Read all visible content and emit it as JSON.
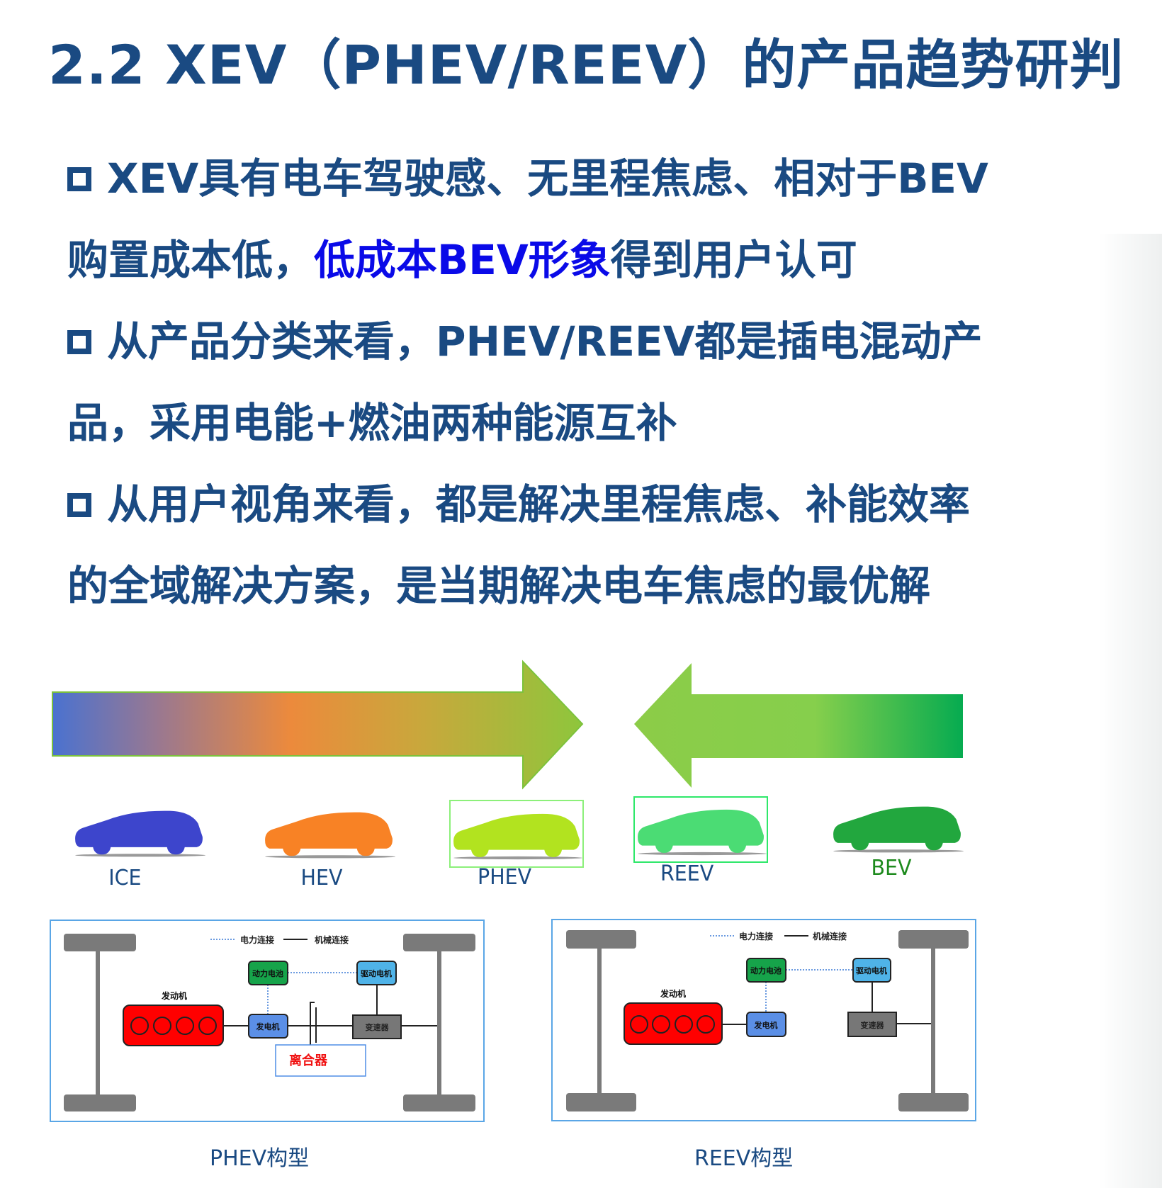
{
  "title": "2.2 XEV（PHEV/REEV）的产品趋势研判",
  "bullets": [
    {
      "line1": "XEV具有电车驾驶感、无里程焦虑、相对于BEV",
      "line2_pre": "购置成本低，",
      "line2_highlight": "低成本BEV形象",
      "line2_post": "得到用户认可"
    },
    {
      "line1": "从产品分类来看，PHEV/REEV都是插电混动产",
      "line2": "品，采用电能+燃油两种能源互补"
    },
    {
      "line1": "从用户视角来看，都是解决里程焦虑、补能效率",
      "line2": "的全域解决方案，是当期解决电车焦虑的最优解"
    }
  ],
  "colors": {
    "text": "#1a4a82",
    "highlight": "#0a0ae8"
  },
  "cars": [
    {
      "label": "ICE",
      "color": "#3d45cc",
      "label_color": "#1a4a82"
    },
    {
      "label": "HEV",
      "color": "#f88225",
      "label_color": "#1a4a82"
    },
    {
      "label": "PHEV",
      "color": "#b2e31f",
      "label_color": "#1a4a82"
    },
    {
      "label": "REEV",
      "color": "#4bdc74",
      "label_color": "#1a4a82"
    },
    {
      "label": "BEV",
      "color": "#22a73e",
      "label_color": "#1d8a1d"
    }
  ],
  "diagrams": {
    "legend_electric": "电力连接",
    "legend_mechanical": "机械连接",
    "engine": "发动机",
    "battery": "动力电池",
    "drive_motor": "驱动电机",
    "generator": "发电机",
    "gearbox": "变速器",
    "clutch": "离合器",
    "phev_caption": "PHEV构型",
    "reev_caption": "REEV构型"
  }
}
